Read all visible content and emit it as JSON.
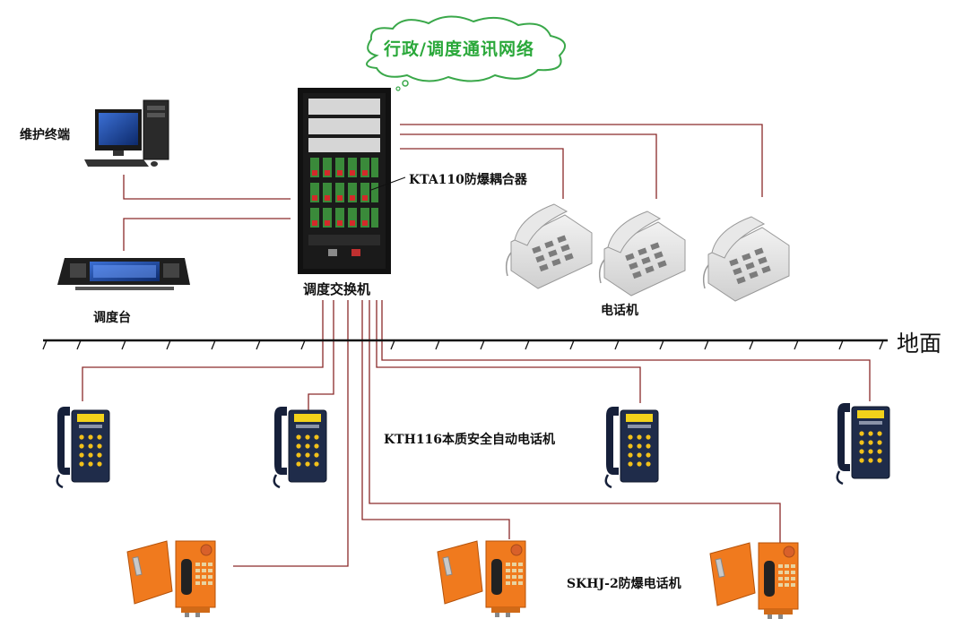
{
  "cloud": {
    "label": "行政/调度通讯网络"
  },
  "labels": {
    "maintenance_terminal": "维护终端",
    "dispatch_console": "调度台",
    "dispatch_switch": "调度交换机",
    "coupler": "KTA110防爆耦合器",
    "telephones": "电话机",
    "ground": "地面",
    "intrinsic_phone": "KTH116本质安全自动电话机",
    "explosion_phone": "SKHJ-2防爆电话机"
  },
  "colors": {
    "cloud_text": "#2aa83a",
    "cloud_stroke": "#3aa84a",
    "line": "#8a2a2a",
    "cabinet": "#111111",
    "orange_phone": "#f07a1e",
    "navy_phone": "#1b2740"
  },
  "icons": [
    "computer-icon",
    "dispatch-console-icon",
    "switch-cabinet-icon",
    "desk-phone-icon",
    "mine-phone-icon",
    "explosion-proof-phone-icon"
  ]
}
